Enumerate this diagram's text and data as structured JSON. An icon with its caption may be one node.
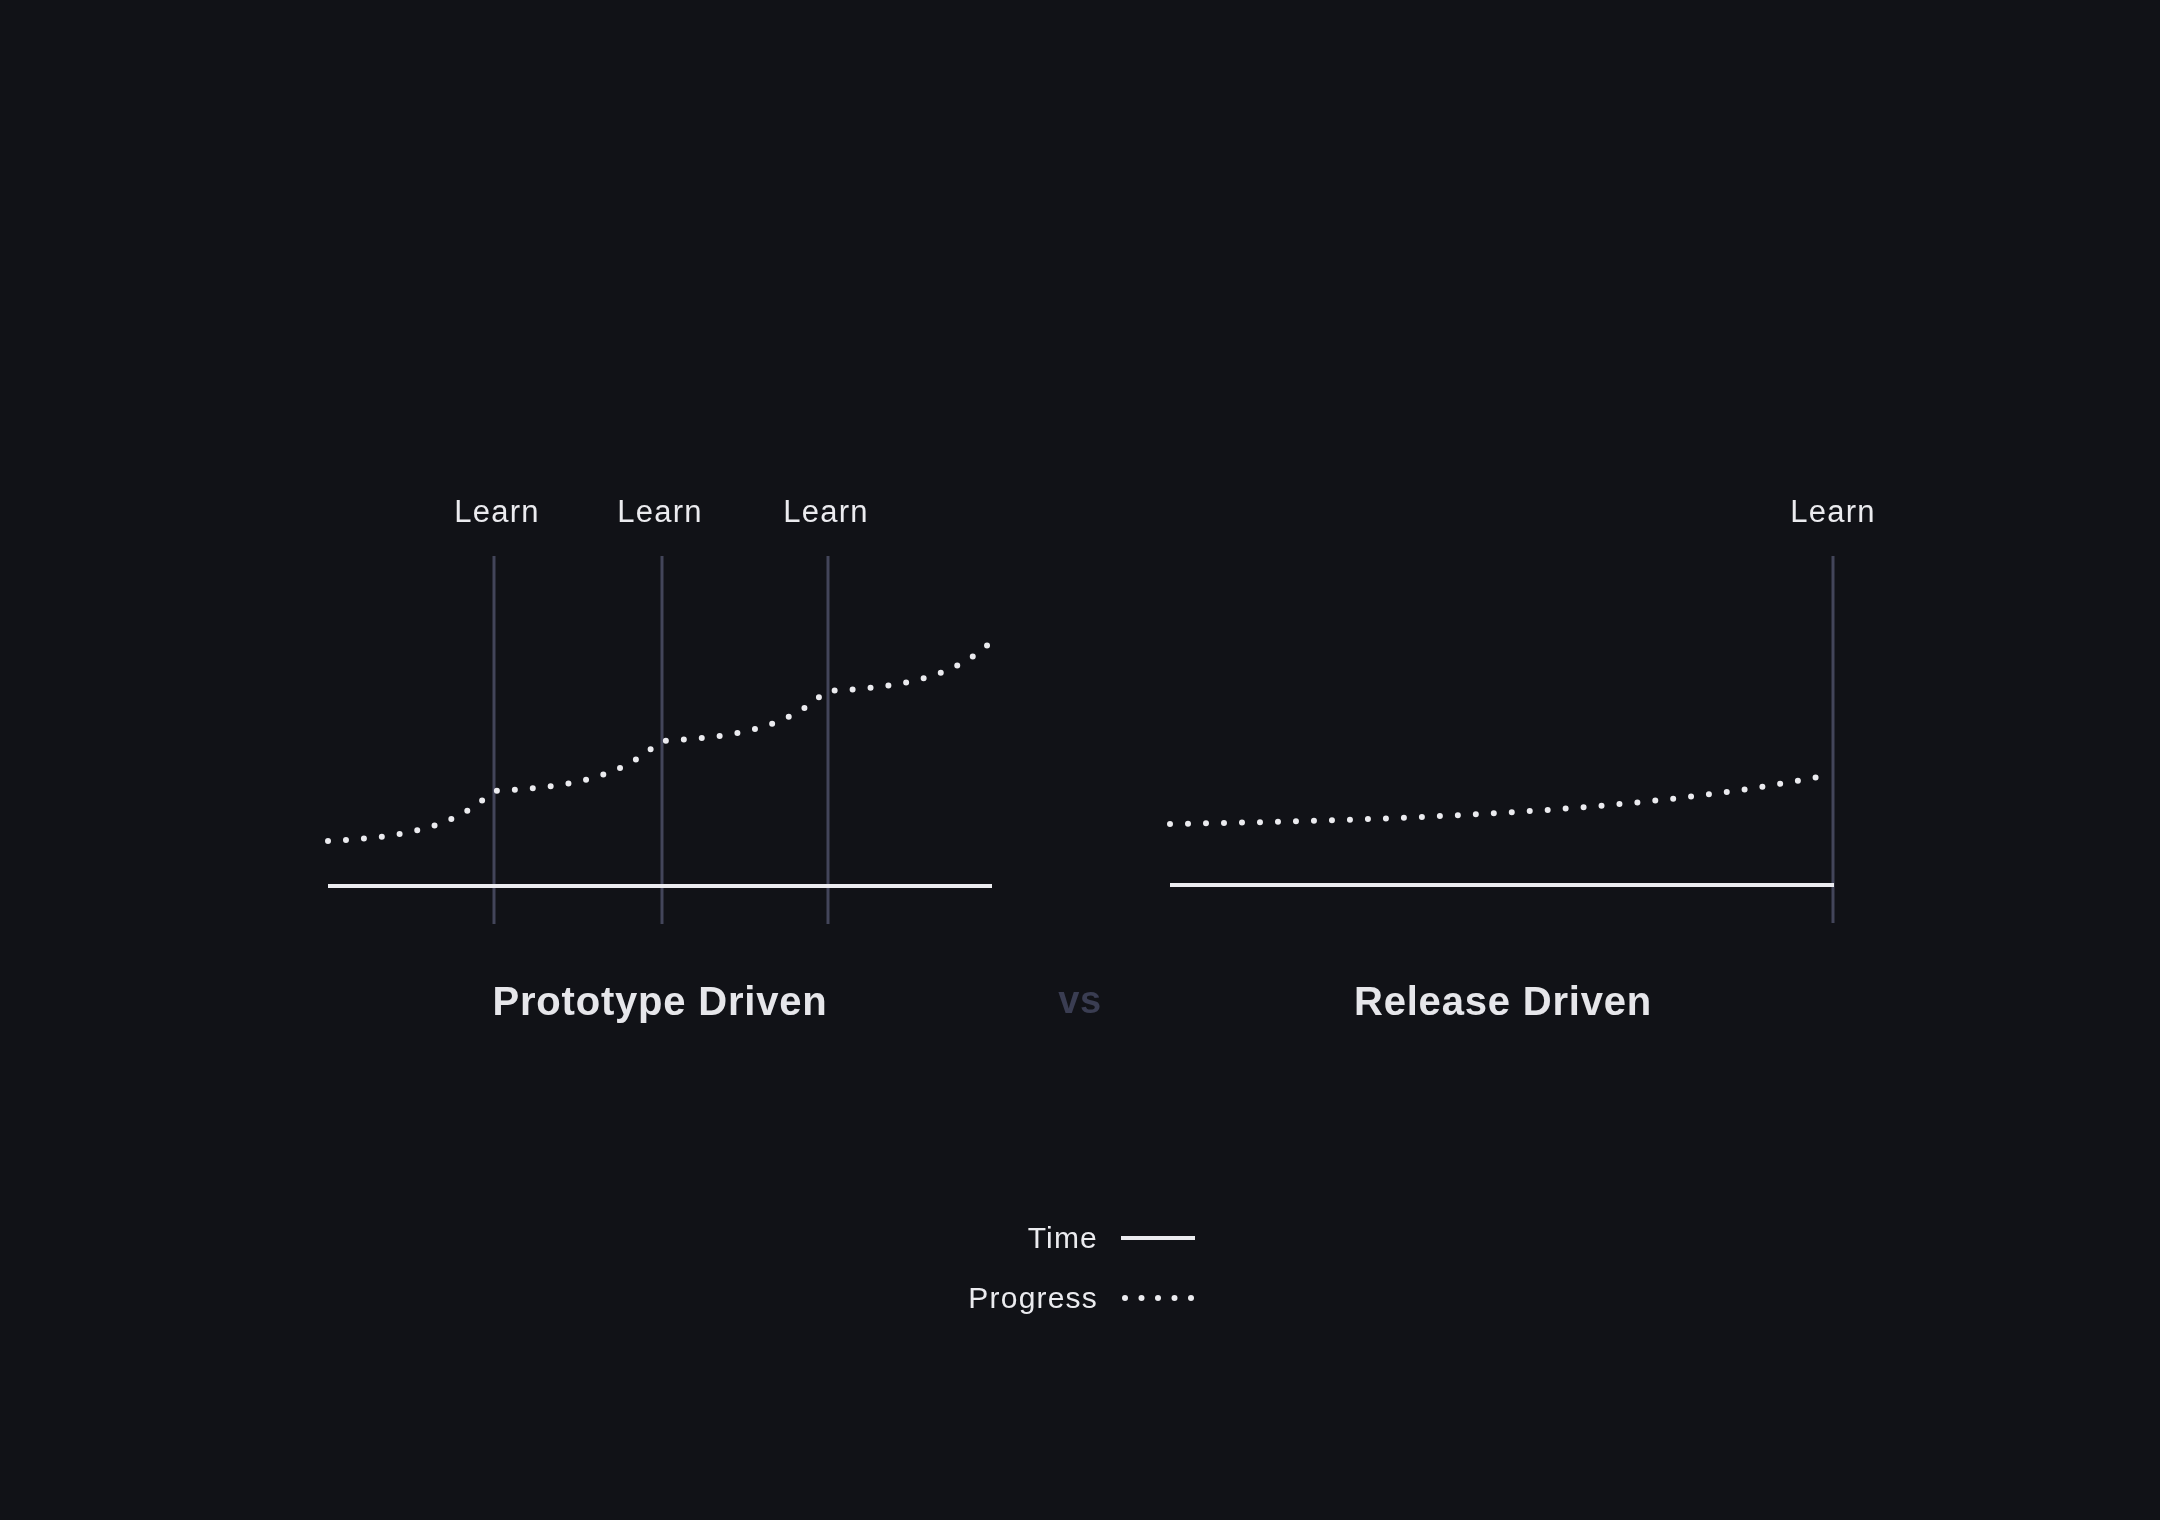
{
  "diagram": {
    "labels": [
      "Learn",
      "Learn",
      "Learn",
      "Learn",
      "Prototype Driven",
      "vs",
      "Release Driven"
    ],
    "legend": [
      {
        "text": "Time"
      },
      {
        "text": "Progress"
      }
    ]
  }
}
